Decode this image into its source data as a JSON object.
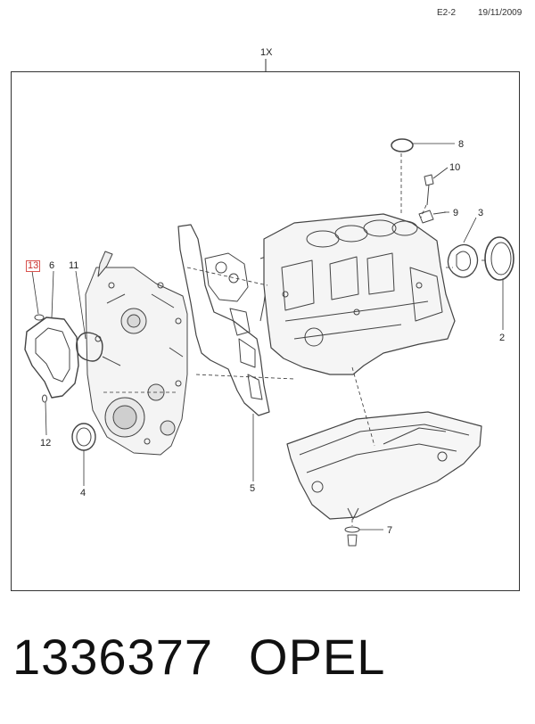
{
  "header": {
    "code": "E2-2",
    "date": "19/11/2009"
  },
  "diagram": {
    "quantity_label": "1X",
    "callouts": [
      {
        "id": "c13",
        "text": "13",
        "highlighted": true
      },
      {
        "id": "c6",
        "text": "6"
      },
      {
        "id": "c11",
        "text": "11"
      },
      {
        "id": "c12",
        "text": "12"
      },
      {
        "id": "c4",
        "text": "4"
      },
      {
        "id": "c5",
        "text": "5"
      },
      {
        "id": "c8",
        "text": "8"
      },
      {
        "id": "c10",
        "text": "10"
      },
      {
        "id": "c9",
        "text": "9"
      },
      {
        "id": "c3",
        "text": "3"
      },
      {
        "id": "c2",
        "text": "2"
      },
      {
        "id": "c7",
        "text": "7"
      }
    ],
    "highlight_color": "#d9534f"
  },
  "footer": {
    "part_number": "1336377",
    "brand": "OPEL"
  }
}
